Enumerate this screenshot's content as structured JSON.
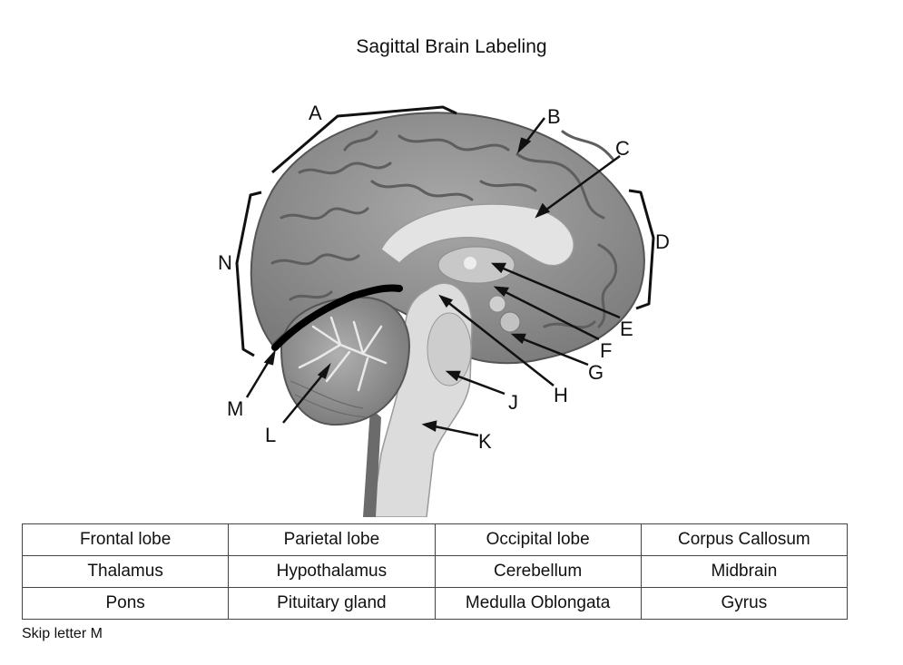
{
  "title": "Sagittal Brain Labeling",
  "labels": [
    "A",
    "B",
    "C",
    "D",
    "E",
    "F",
    "G",
    "H",
    "J",
    "K",
    "L",
    "M",
    "N"
  ],
  "word_bank": [
    [
      "Frontal lobe",
      "Parietal lobe",
      "Occipital lobe",
      "Corpus Callosum"
    ],
    [
      "Thalamus",
      "Hypothalamus",
      "Cerebellum",
      "Midbrain"
    ],
    [
      "Pons",
      "Pituitary gland",
      "Medulla Oblongata",
      "Gyrus"
    ]
  ],
  "note": "Skip letter M",
  "colors": {
    "brain": "#8f8f8f",
    "fold": "#5e5e5e",
    "pale": "#d8d8d8",
    "ink": "#111111"
  }
}
